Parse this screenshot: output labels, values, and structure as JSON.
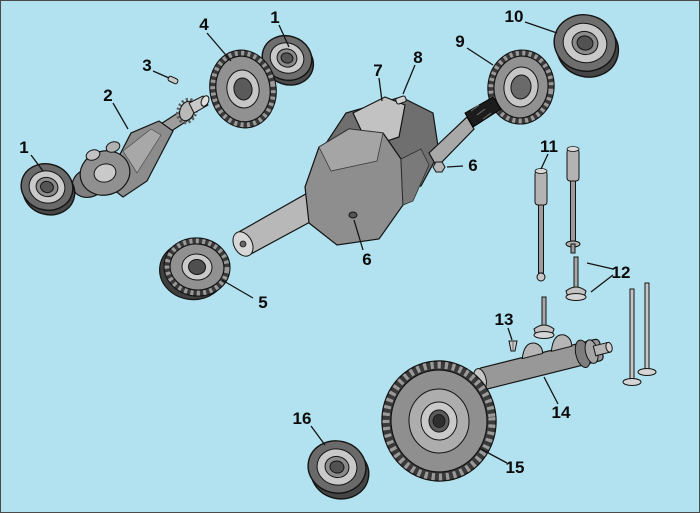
{
  "diagram": {
    "background_color": "#b2e2ef",
    "outline_color": "#141414",
    "callouts": [
      {
        "label": "1"
      },
      {
        "label": "4"
      },
      {
        "label": "3"
      },
      {
        "label": "2"
      },
      {
        "label": "1"
      },
      {
        "label": "10"
      },
      {
        "label": "9"
      },
      {
        "label": "8"
      },
      {
        "label": "7"
      },
      {
        "label": "6"
      },
      {
        "label": "6"
      },
      {
        "label": "5"
      },
      {
        "label": "11"
      },
      {
        "label": "12"
      },
      {
        "label": "13"
      },
      {
        "label": "14"
      },
      {
        "label": "15"
      },
      {
        "label": "16"
      }
    ]
  }
}
